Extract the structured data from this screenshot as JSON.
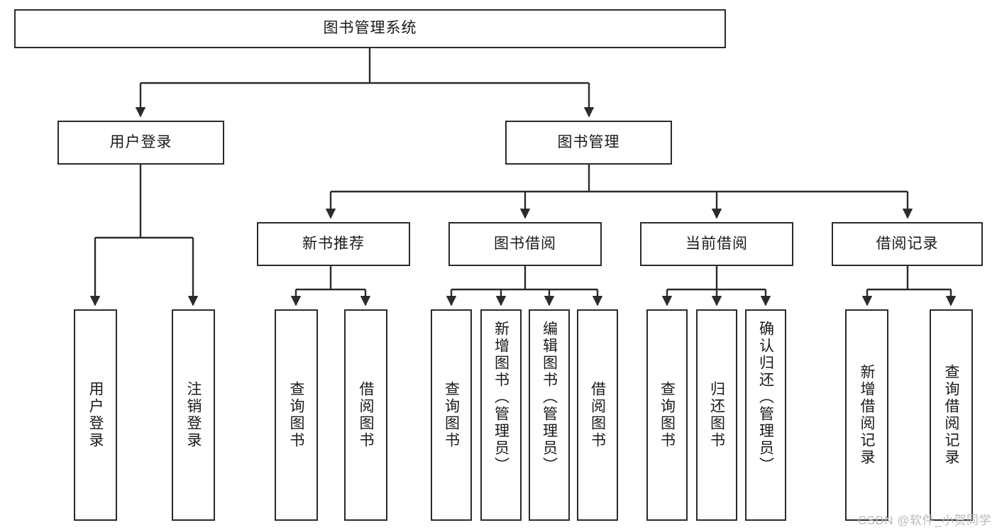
{
  "diagram": {
    "title": "图书管理系统",
    "type": "tree-hierarchy-chart",
    "colors": {
      "box_border": "#2b2b2b",
      "box_fill": "#ffffff",
      "connector": "#2b2b2b",
      "text": "#1a1a1a",
      "watermark": "#b9b9b9",
      "background": "#ffffff"
    },
    "root": {
      "id": "root",
      "label": "图书管理系统"
    },
    "level2": [
      {
        "id": "user-login",
        "label": "用户登录"
      },
      {
        "id": "book-manage",
        "label": "图书管理"
      }
    ],
    "level3": [
      {
        "id": "new-book-recommend",
        "label": "新书推荐"
      },
      {
        "id": "book-borrow",
        "label": "图书借阅"
      },
      {
        "id": "current-borrow",
        "label": "当前借阅"
      },
      {
        "id": "borrow-record",
        "label": "借阅记录"
      }
    ],
    "leaves": [
      {
        "id": "leaf-user-login",
        "label": "用户登录",
        "parent": "user-login"
      },
      {
        "id": "leaf-logout-login",
        "label": "注销登录",
        "parent": "user-login"
      },
      {
        "id": "leaf-query-book-1",
        "label": "查询图书",
        "parent": "new-book-recommend"
      },
      {
        "id": "leaf-borrow-book-1",
        "label": "借阅图书",
        "parent": "new-book-recommend"
      },
      {
        "id": "leaf-query-book-2",
        "label": "查询图书",
        "parent": "book-borrow"
      },
      {
        "id": "leaf-add-book",
        "label": "新增图书（管理员）",
        "parent": "book-borrow"
      },
      {
        "id": "leaf-edit-book",
        "label": "编辑图书（管理员）",
        "parent": "book-borrow"
      },
      {
        "id": "leaf-borrow-book-2",
        "label": "借阅图书",
        "parent": "book-borrow"
      },
      {
        "id": "leaf-query-book-3",
        "label": "查询图书",
        "parent": "current-borrow"
      },
      {
        "id": "leaf-return-book",
        "label": "归还图书",
        "parent": "current-borrow"
      },
      {
        "id": "leaf-confirm-return",
        "label": "确认归还（管理员）",
        "parent": "current-borrow"
      },
      {
        "id": "leaf-add-record",
        "label": "新增借阅记录",
        "parent": "borrow-record"
      },
      {
        "id": "leaf-query-record",
        "label": "查询借阅记录",
        "parent": "borrow-record"
      }
    ],
    "watermark": "CSDN @软件_小贺同学"
  }
}
